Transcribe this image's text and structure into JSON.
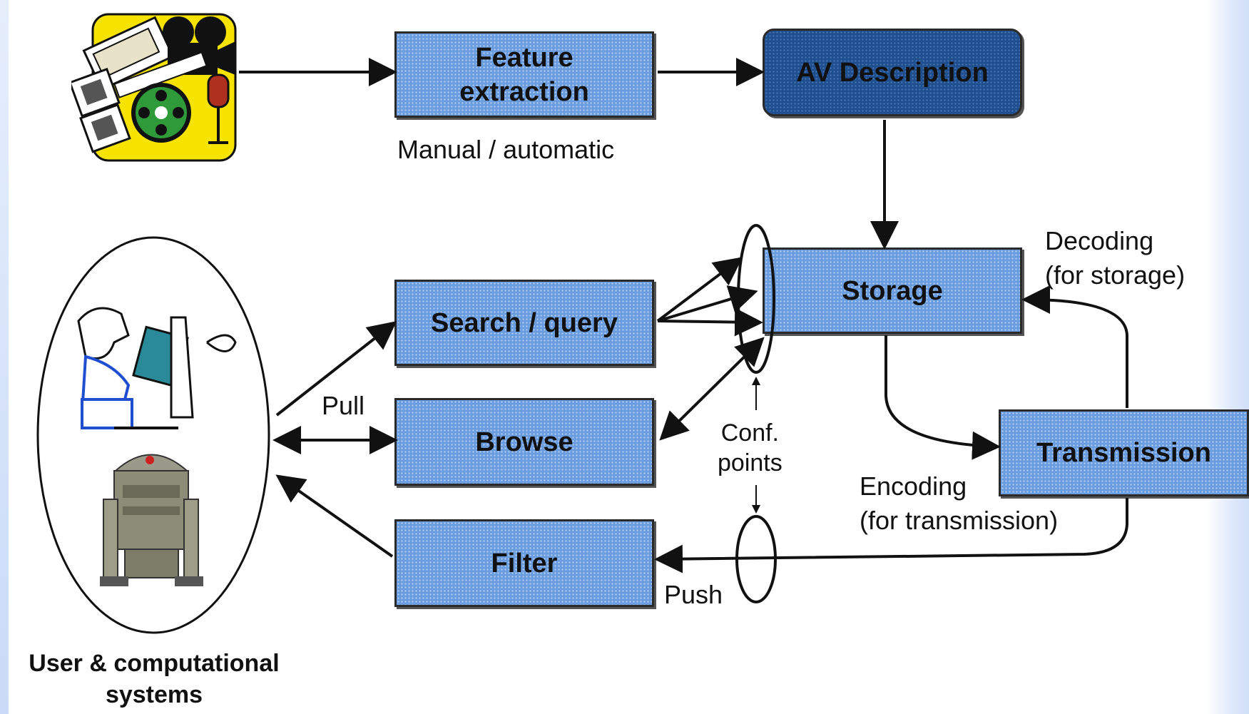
{
  "boxes": {
    "feature_extraction": "Feature\nextraction",
    "av_description": "AV Description",
    "storage": "Storage",
    "search_query": "Search / query",
    "browse": "Browse",
    "filter": "Filter",
    "transmission": "Transmission"
  },
  "labels": {
    "manual_automatic": "Manual / automatic",
    "decoding": "Decoding\n(for storage)",
    "encoding": "Encoding\n(for transmission)",
    "pull": "Pull",
    "push": "Push",
    "conf_points": "Conf.\npoints",
    "user_systems": "User & computational\nsystems"
  },
  "icons": {
    "media": "multimedia-clipart-icon",
    "user": "user-at-computer-icon",
    "robot": "robot-icon"
  },
  "colors": {
    "box": "#6a9de0",
    "box_dark": "#1f4f8f",
    "media_bg": "#f6e400"
  }
}
